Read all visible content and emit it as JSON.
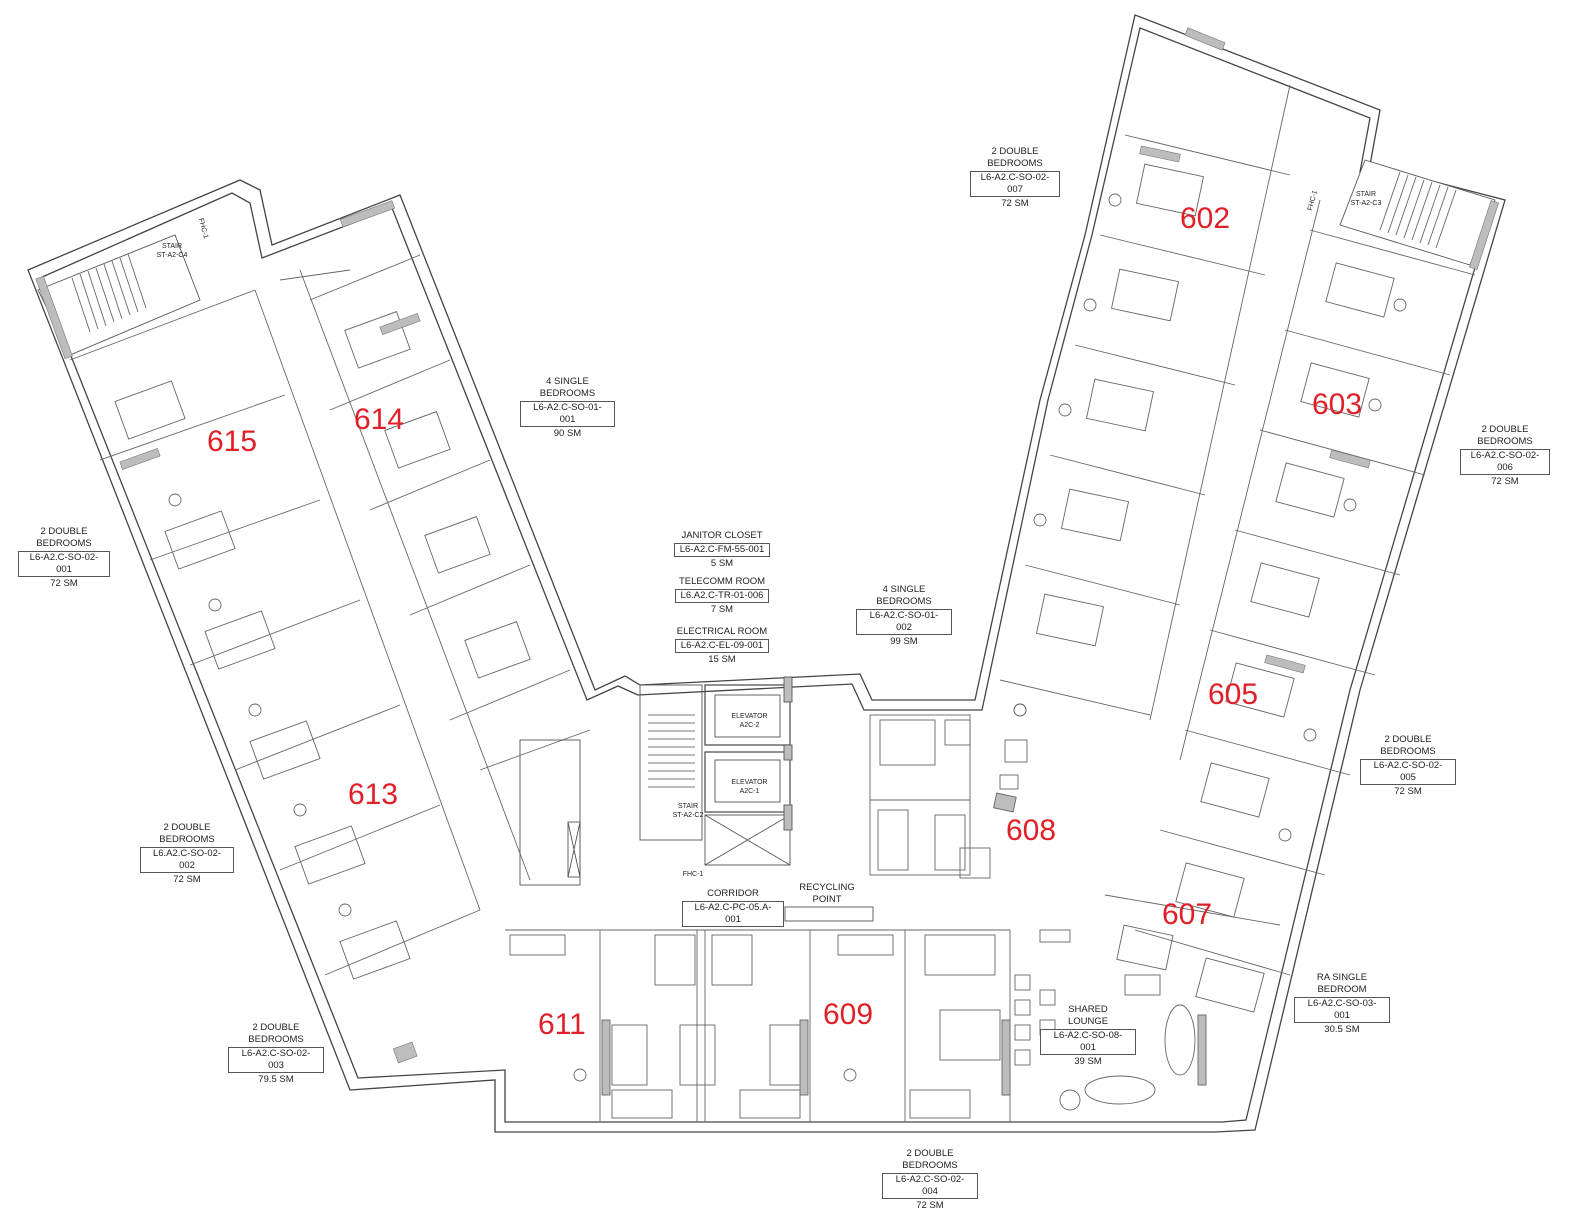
{
  "units": [
    {
      "id": "602",
      "label": "602"
    },
    {
      "id": "603",
      "label": "603"
    },
    {
      "id": "605",
      "label": "605"
    },
    {
      "id": "607",
      "label": "607"
    },
    {
      "id": "608",
      "label": "608"
    },
    {
      "id": "609",
      "label": "609"
    },
    {
      "id": "611",
      "label": "611"
    },
    {
      "id": "613",
      "label": "613"
    },
    {
      "id": "614",
      "label": "614"
    },
    {
      "id": "615",
      "label": "615"
    }
  ],
  "room_tags": [
    {
      "id": "so-02-007",
      "name": "2 DOUBLE BEDROOMS",
      "code": "L6-A2.C-SO-02-007",
      "area": "72 SM"
    },
    {
      "id": "so-01-001",
      "name": "4 SINGLE BEDROOMS",
      "code": "L6-A2.C-SO-01-001",
      "area": "90 SM"
    },
    {
      "id": "so-02-006",
      "name": "2 DOUBLE BEDROOMS",
      "code": "L6-A2.C-SO-02-006",
      "area": "72 SM"
    },
    {
      "id": "so-02-001",
      "name": "2 DOUBLE BEDROOMS",
      "code": "L6-A2.C-SO-02-001",
      "area": "72 SM"
    },
    {
      "id": "fm-55-001",
      "name": "JANITOR CLOSET",
      "code": "L6-A2.C-FM-55-001",
      "area": "5 SM"
    },
    {
      "id": "tr-01-006",
      "name": "TELECOMM ROOM",
      "code": "L6.A2.C-TR-01-006",
      "area": "7 SM"
    },
    {
      "id": "el-09-001",
      "name": "ELECTRICAL ROOM",
      "code": "L6-A2.C-EL-09-001",
      "area": "15 SM"
    },
    {
      "id": "so-01-002",
      "name": "4 SINGLE BEDROOMS",
      "code": "L6-A2.C-SO-01-002",
      "area": "99 SM"
    },
    {
      "id": "so-02-005",
      "name": "2 DOUBLE BEDROOMS",
      "code": "L6-A2.C-SO-02-005",
      "area": "72 SM"
    },
    {
      "id": "so-02-002",
      "name": "2 DOUBLE BEDROOMS",
      "code": "L6.A2.C-SO-02-002",
      "area": "72 SM"
    },
    {
      "id": "pc-05-001",
      "name": "CORRIDOR",
      "code": "L6-A2.C-PC-05.A-001",
      "area": ""
    },
    {
      "id": "so-03-001",
      "name": "RA SINGLE BEDROOM",
      "code": "L6-A2.C-SO-03-001",
      "area": "30.5 SM"
    },
    {
      "id": "so-08-001",
      "name": "SHARED LOUNGE",
      "code": "L6-A2.C-SO-08-001",
      "area": "39 SM"
    },
    {
      "id": "so-02-003",
      "name": "2 DOUBLE BEDROOMS",
      "code": "L6-A2.C-SO-02-003",
      "area": "79.5 SM"
    },
    {
      "id": "so-02-004",
      "name": "2 DOUBLE BEDROOMS",
      "code": "L6-A2.C-SO-02-004",
      "area": "72 SM"
    }
  ],
  "labels": {
    "recycling": "RECYCLING POINT",
    "elevator_2_name": "ELEVATOR",
    "elevator_2_code": "A2C-2",
    "elevator_1_name": "ELEVATOR",
    "elevator_1_code": "A2C-1",
    "stair_c2_name": "STAIR",
    "stair_c2_code": "ST-A2-C2",
    "stair_c3_name": "STAIR",
    "stair_c3_code": "ST-A2-C3",
    "stair_c4_name": "STAIR",
    "stair_c4_code": "ST-A2-C4",
    "fhc_1": "FHC-1",
    "fhc_2": "FHC-1",
    "fhc_3": "FHC-1"
  },
  "colors": {
    "unit_number": "#e01f26",
    "wall": "#444444",
    "fine_line": "#777777",
    "fill_grey": "#bdbdbd"
  }
}
